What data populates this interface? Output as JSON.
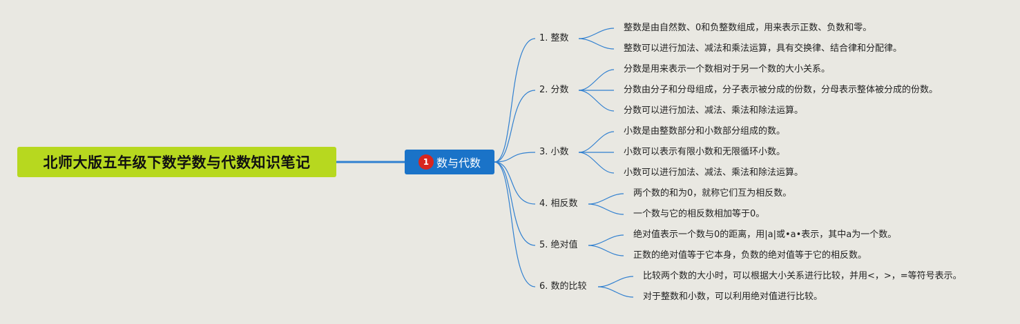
{
  "root": {
    "title": "北师大版五年级下数学数与代数知识笔记"
  },
  "topic": {
    "marker": "1",
    "label": "数与代数"
  },
  "branches": [
    {
      "label": "1. 整数",
      "leaves": [
        "整数是由自然数、0和负整数组成，用来表示正数、负数和零。",
        "整数可以进行加法、减法和乘法运算，具有交换律、结合律和分配律。"
      ]
    },
    {
      "label": "2. 分数",
      "leaves": [
        "分数是用来表示一个数相对于另一个数的大小关系。",
        "分数由分子和分母组成，分子表示被分成的份数，分母表示整体被分成的份数。",
        "分数可以进行加法、减法、乘法和除法运算。"
      ]
    },
    {
      "label": "3. 小数",
      "leaves": [
        "小数是由整数部分和小数部分组成的数。",
        "小数可以表示有限小数和无限循环小数。",
        "小数可以进行加法、减法、乘法和除法运算。"
      ]
    },
    {
      "label": "4. 相反数",
      "leaves": [
        "两个数的和为0，就称它们互为相反数。",
        "一个数与它的相反数相加等于0。"
      ]
    },
    {
      "label": "5. 绝对值",
      "leaves": [
        "绝对值表示一个数与0的距离，用|a|或•a•表示，其中a为一个数。",
        "正数的绝对值等于它本身，负数的绝对值等于它的相反数。"
      ]
    },
    {
      "label": "6. 数的比较",
      "leaves": [
        "比较两个数的大小时，可以根据大小关系进行比较，并用<，>，=等符号表示。",
        "对于整数和小数，可以利用绝对值进行比较。"
      ]
    }
  ],
  "colors": {
    "root_bg": "#b7d81f",
    "topic_bg": "#1a73c8",
    "marker": "#d8261f",
    "line": "#2f7fd0",
    "background": "#e9e8e2"
  }
}
